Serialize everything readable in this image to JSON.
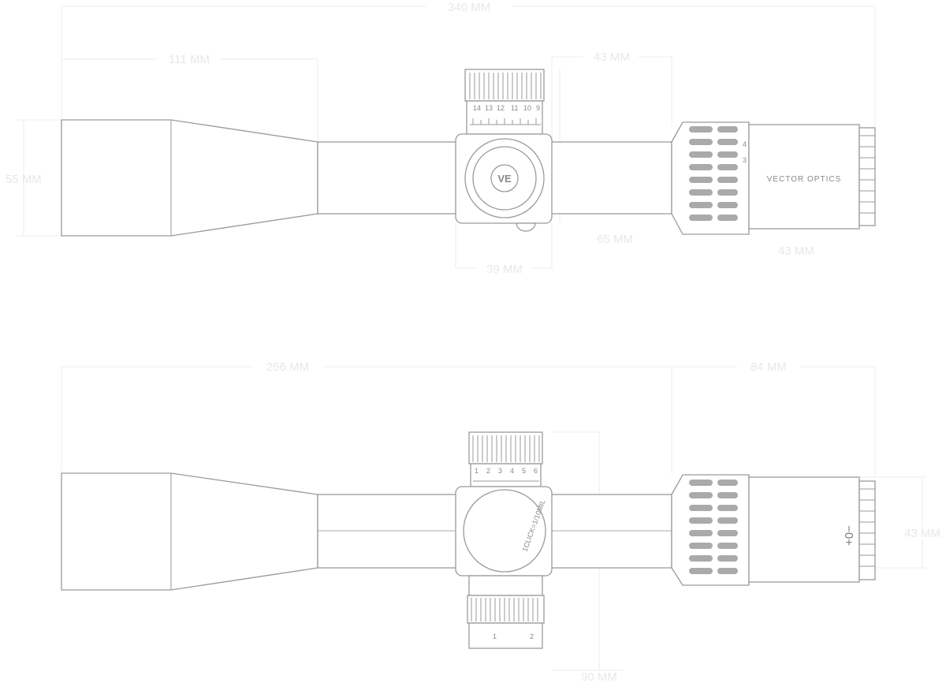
{
  "top_view": {
    "dimensions": {
      "overall_length": "340 MM",
      "objective_length": "111 MM",
      "turret_spacing": "43 MM",
      "objective_diameter": "55 MM",
      "turret_height": "65 MM",
      "turret_width": "39 MM",
      "eyepiece_diameter": "43 MM"
    },
    "elevation_scale": [
      "14",
      "13",
      "12",
      "11",
      "10",
      "9"
    ],
    "brand": "VECTOR OPTICS",
    "magnification_marks": [
      "4",
      "3"
    ]
  },
  "side_view": {
    "dimensions": {
      "front_length": "256 MM",
      "eyepiece_length": "84 MM",
      "eyepiece_diameter": "43 MM",
      "turret_total_height": "90 MM"
    },
    "windage_scale": [
      "1",
      "2",
      "3",
      "4",
      "5",
      "6"
    ],
    "parallax_text": "1CLICK=1/10MIL",
    "diopter_marks": "+0−",
    "turret_rev_marks": [
      "1",
      "2"
    ]
  }
}
